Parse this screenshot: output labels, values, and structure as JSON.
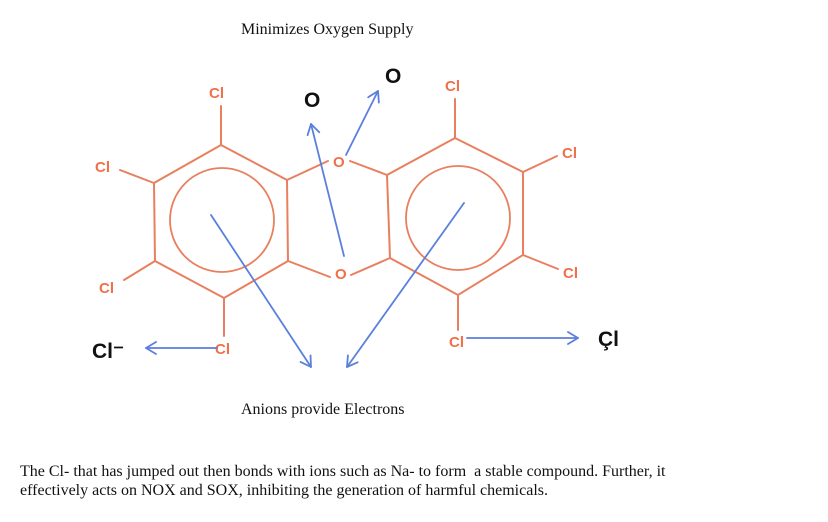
{
  "diagram": {
    "top_caption": "Minimizes Oxygen Supply",
    "bottom_caption": "Anions provide Electrons",
    "explanation_line1": "The Cl- that has jumped out then bonds with ions such as Na- to form  a stable compound. Further, it",
    "explanation_line2": "effectively acts on NOX and SOX, inhibiting the generation of harmful chemicals.",
    "molecule": {
      "substituent_labels": [
        "Cl",
        "Cl",
        "Cl",
        "Cl",
        "Cl",
        "Cl",
        "Cl",
        "Cl"
      ],
      "bridge_oxygen_labels": [
        "O",
        "O"
      ]
    },
    "released_species": {
      "oxygen_top_left": "O",
      "oxygen_top_right": "O",
      "chloride_ion": "Cl⁻",
      "chlorine_right": "Çl"
    },
    "colors": {
      "molecule": "#e8805f",
      "atom_label": "#f0704a",
      "arrow": "#5b7fdd",
      "text": "#111111"
    }
  }
}
